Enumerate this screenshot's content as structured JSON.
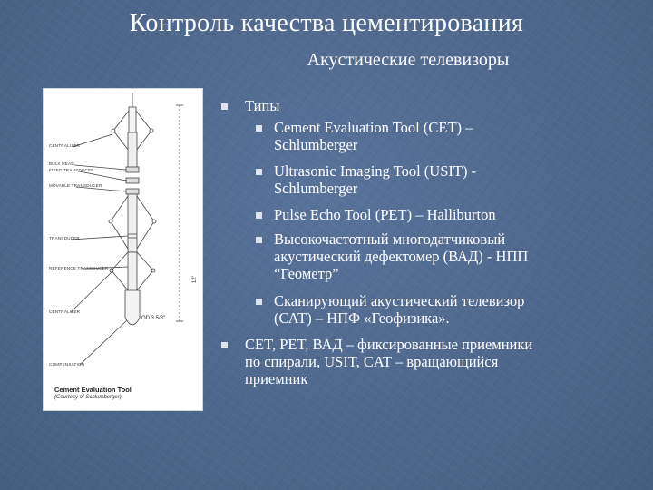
{
  "slide": {
    "title": "Контроль качества цементирования",
    "subtitle": "Акустические телевизоры"
  },
  "figure": {
    "labels": [
      "CENTRALIZER",
      "BULK HEAD",
      "FIXED TRANSDUCER",
      "MOVABLE TRANSDUCER",
      "TRANSDUCER",
      "REFERENCE TRANSDUCER",
      "CENTRALIZER",
      "COMPENSATION"
    ],
    "dim_length": "12'",
    "dim_diameter": "OD 3 5/8\"",
    "caption": "Cement Evaluation Tool",
    "credit": "(Courtesy of Schlumberger)"
  },
  "list": {
    "item1": {
      "label": "Типы",
      "sub1": [
        "Cement Evaluation Tool (CET) –",
        "Schlumberger"
      ],
      "sub2": [
        "Ultrasonic Imaging Tool (USIT) -",
        "Schlumberger"
      ],
      "sub3": [
        "Pulse Echo Tool (PET) – Halliburton"
      ],
      "sub4": [
        "Высокочастотный многодатчиковый",
        "акустический дефектомер (ВАД) - НПП",
        "“Геометр”"
      ],
      "sub5": [
        "Сканирующий акустический телевизор",
        "(САТ) – НПФ «Геофизика»."
      ]
    },
    "item2": [
      "CET, PET, ВАД – фиксированные приемники",
      "по спирали, USIT, CAT – вращающийся",
      "приемник"
    ]
  },
  "colors": {
    "background": "#4f6a8f",
    "text": "#ffffff",
    "bullet": "#dde4f0"
  }
}
